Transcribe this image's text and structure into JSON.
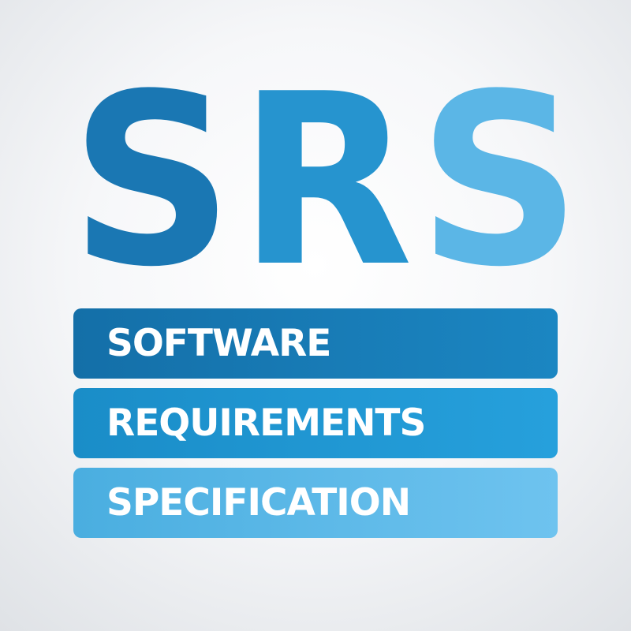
{
  "acronym": {
    "letters": [
      "S",
      "R",
      "S"
    ],
    "colors": [
      "#1a77b3",
      "#2694cf",
      "#5bb6e6"
    ]
  },
  "bars": [
    {
      "label": "SOFTWARE",
      "color": "#1a80bb"
    },
    {
      "label": "REQUIREMENTS",
      "color": "#2299d4"
    },
    {
      "label": "SPECIFICATION",
      "color": "#5cbbe9"
    }
  ]
}
